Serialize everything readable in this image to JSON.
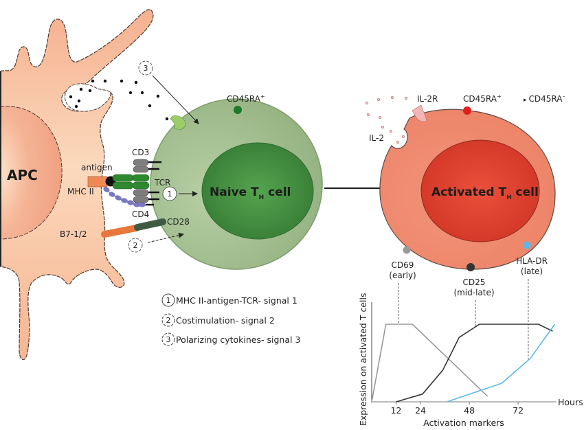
{
  "apc": {
    "label": "APC",
    "antigen_label": "antigen",
    "mhc_label": "MHC II",
    "b7_label": "B7-1/2"
  },
  "naive_cell": {
    "label_main": "Naive T",
    "label_sub": "H",
    "label_tail": " cell",
    "cd3_label": "CD3",
    "tcr_label": "TCR",
    "cd4_label": "CD4",
    "cd28_label": "CD28",
    "cd45_label": "CD45RA",
    "cd45_sup": "+"
  },
  "activated_cell": {
    "label_main": "Activated T",
    "label_sub": "H",
    "label_tail": " cell",
    "il2r_label": "IL-2R",
    "il2_label": "IL-2",
    "cd45_plus_label": "CD45RA",
    "cd45_plus_sup": "+",
    "cd45_arrow": "▸",
    "cd45_minus_label": "CD45RA",
    "cd45_minus_sup": "–",
    "markers": [
      {
        "name": "CD69",
        "timing": "(early)",
        "color": "#999999"
      },
      {
        "name": "CD25",
        "timing": "(mid-late)",
        "color": "#333333"
      },
      {
        "name": "HLA-DR",
        "timing": "(late)",
        "color": "#5bb8e8"
      }
    ]
  },
  "signal_markers": [
    "1",
    "2",
    "3"
  ],
  "legend": [
    {
      "num": "1",
      "text": "MHC II-antigen-TCR- signal 1"
    },
    {
      "num": "2",
      "text": "Costimulation- signal 2"
    },
    {
      "num": "3",
      "text": "Polarizing cytokines- signal 3"
    }
  ],
  "colors": {
    "apc_body": "#f8c5a3",
    "apc_nucleus": "#f2a584",
    "naive_outer": "#9dba8a",
    "naive_inner": "#3f8a3c",
    "activated_outer": "#ef8a6e",
    "activated_inner": "#dd3a2a",
    "cd45_naive": "#1d7a2a",
    "cd45_activated": "#e01e1e"
  },
  "chart_data": {
    "type": "line",
    "title": "",
    "xlabel": "Activation markers",
    "ylabel": "Expression on activated T cells",
    "x_unit_label": "Hours",
    "xticks": [
      12,
      24,
      48,
      72
    ],
    "xlim": [
      0,
      92
    ],
    "ylim": [
      0,
      1
    ],
    "grid": false,
    "legend": "none",
    "series": [
      {
        "name": "CD69",
        "color": "#999999",
        "x": [
          0,
          7,
          20,
          57
        ],
        "y": [
          0,
          1,
          1,
          0.07
        ]
      },
      {
        "name": "CD25",
        "color": "#333333",
        "x": [
          12,
          25,
          35,
          43,
          53,
          82,
          89
        ],
        "y": [
          0,
          0.1,
          0.41,
          0.83,
          1,
          1,
          0.91
        ]
      },
      {
        "name": "HLA-DR",
        "color": "#5bb8e8",
        "x": [
          37,
          64,
          78,
          90
        ],
        "y": [
          0,
          0.24,
          0.56,
          1
        ]
      }
    ],
    "annotations": [
      {
        "marker": "CD69",
        "x": 13
      },
      {
        "marker": "CD25",
        "x": 51
      },
      {
        "marker": "HLA-DR",
        "x": 77
      }
    ]
  }
}
